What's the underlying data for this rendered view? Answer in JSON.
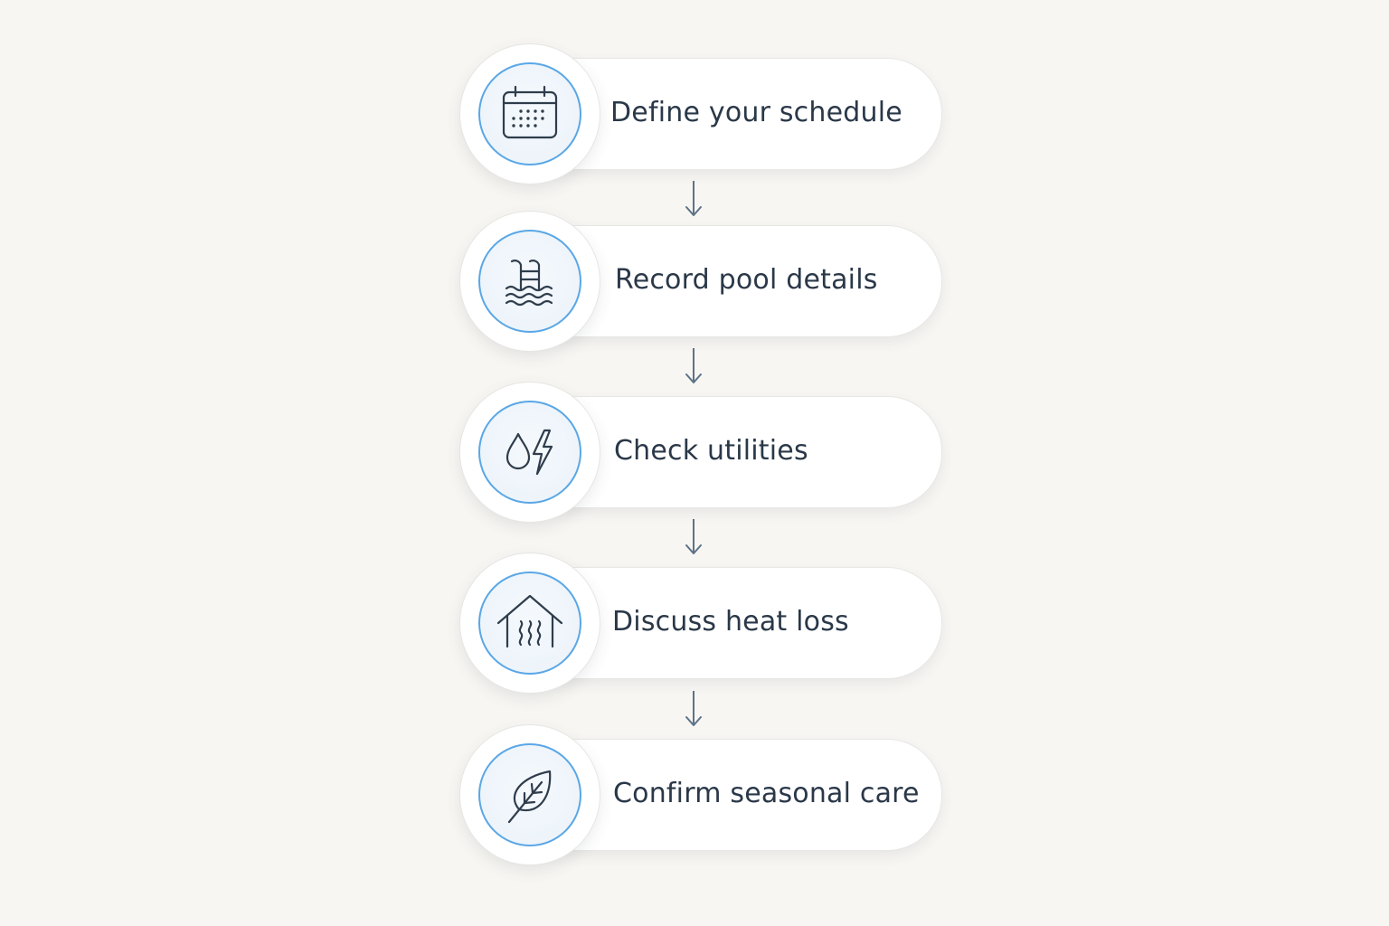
{
  "steps": [
    {
      "label": "Define your schedule",
      "icon": "calendar-icon"
    },
    {
      "label": "Record pool details",
      "icon": "pool-ladder-icon"
    },
    {
      "label": "Check utilities",
      "icon": "water-electricity-icon"
    },
    {
      "label": "Discuss heat loss",
      "icon": "house-heat-icon"
    },
    {
      "label": "Confirm seasonal care",
      "icon": "leaf-icon"
    }
  ],
  "colors": {
    "background": "#f7f6f3",
    "icon_ring": "#5aa7e6",
    "text": "#2a3848",
    "arrow": "#5e7287"
  }
}
